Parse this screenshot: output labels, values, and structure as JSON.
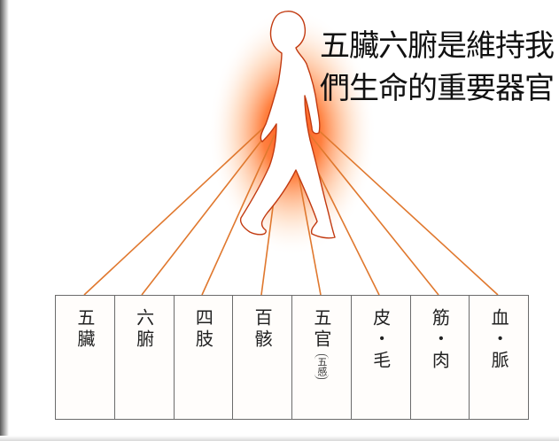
{
  "title_lines": [
    "五臟六腑是維持我",
    "們生命的重要器官"
  ],
  "boxes": [
    {
      "text": "五臟"
    },
    {
      "text": "六腑"
    },
    {
      "text": "四肢"
    },
    {
      "text": "百骸"
    },
    {
      "text": "五官",
      "note": "五感"
    },
    {
      "text": "皮・毛"
    },
    {
      "text": "筋・肉"
    },
    {
      "text": "血・脈"
    }
  ],
  "colors": {
    "glow": "#ff5a14",
    "connector": "#e0782e",
    "figure_fill": "#ffffff",
    "figure_stroke": "#c23a10",
    "box_border": "#6b6b6b"
  }
}
